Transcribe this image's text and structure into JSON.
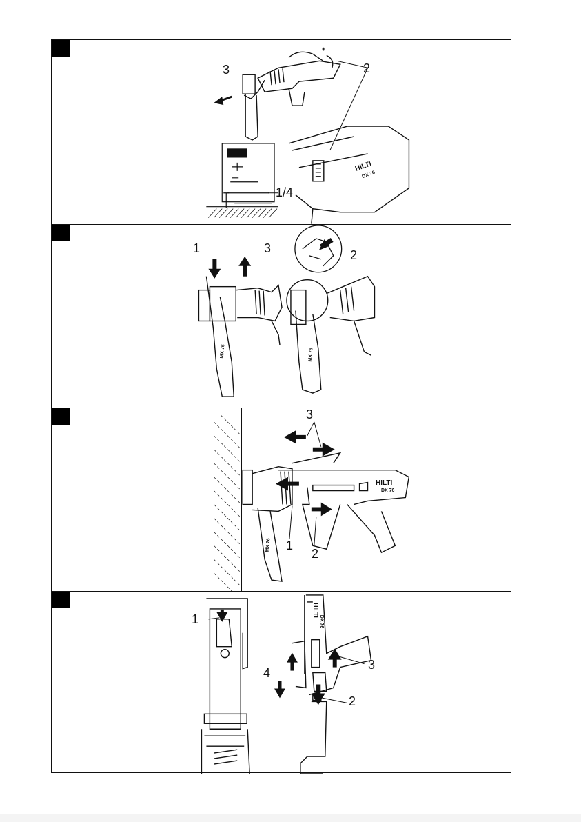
{
  "page": {
    "panels": [
      {
        "callouts": [
          "3",
          "2",
          "1/4"
        ],
        "inset_text": {
          "brand": "HILTI",
          "model": "DX 76",
          "plus": "+",
          "minus": "−"
        }
      },
      {
        "callouts": [
          "1",
          "3",
          "2"
        ],
        "inset_text": {
          "mag": "MX 76",
          "mag2": "MX 76"
        }
      },
      {
        "callouts": [
          "3",
          "1",
          "2"
        ],
        "inset_text": {
          "brand": "HILTI",
          "model": "DX 76",
          "mag": "MX 76"
        }
      },
      {
        "callouts": [
          "1",
          "4",
          "3",
          "2"
        ],
        "inset_text": {
          "brand": "HILTI",
          "model": "DX 76"
        }
      }
    ]
  }
}
